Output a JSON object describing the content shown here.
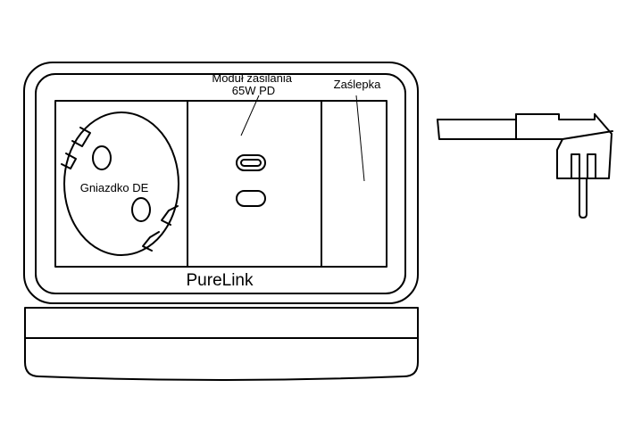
{
  "labels": {
    "socket": "Gniazdko DE",
    "power_module_line1": "Moduł zasilania",
    "power_module_line2": "65W PD",
    "blank": "Zaślepka"
  },
  "brand": "PureLink"
}
